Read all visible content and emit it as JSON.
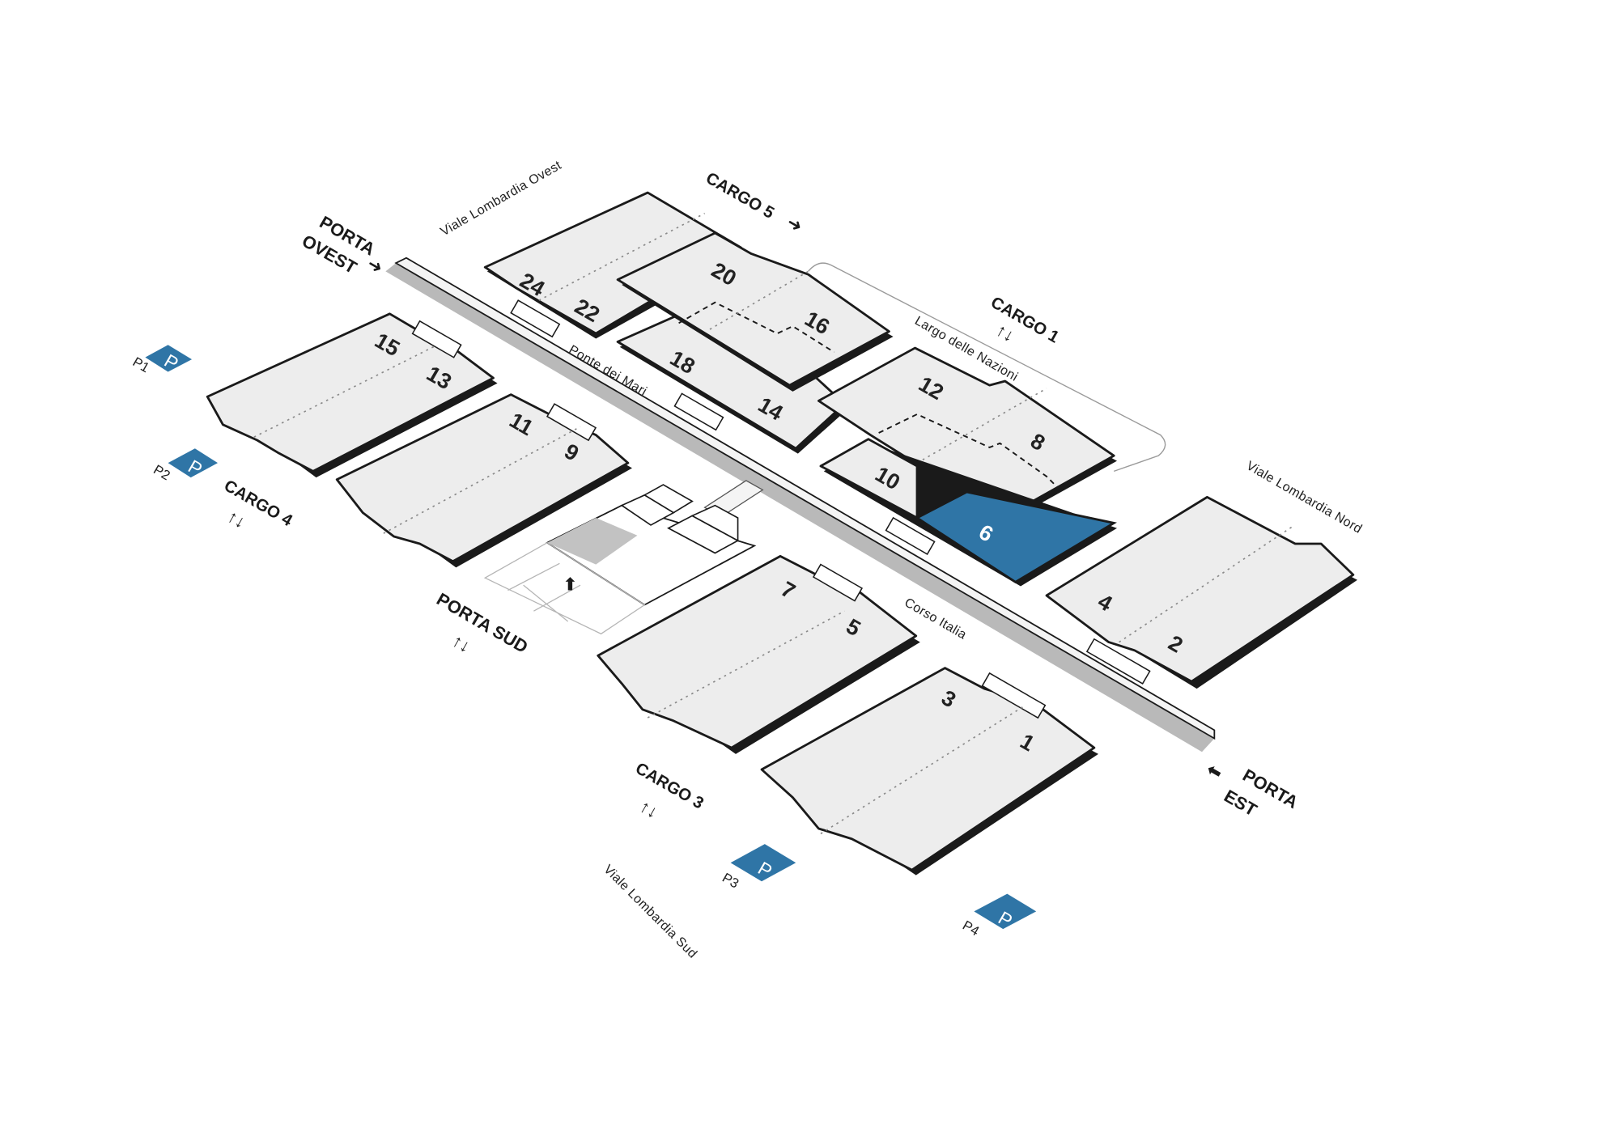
{
  "halls": [
    {
      "id": "hall-24",
      "label": "24"
    },
    {
      "id": "hall-22",
      "label": "22"
    },
    {
      "id": "hall-20",
      "label": "20"
    },
    {
      "id": "hall-16",
      "label": "16"
    },
    {
      "id": "hall-18",
      "label": "18"
    },
    {
      "id": "hall-14",
      "label": "14"
    },
    {
      "id": "hall-15",
      "label": "15"
    },
    {
      "id": "hall-13",
      "label": "13"
    },
    {
      "id": "hall-11",
      "label": "11"
    },
    {
      "id": "hall-9",
      "label": "9"
    },
    {
      "id": "hall-12",
      "label": "12"
    },
    {
      "id": "hall-8",
      "label": "8"
    },
    {
      "id": "hall-10",
      "label": "10"
    },
    {
      "id": "hall-6",
      "label": "6",
      "highlighted": true
    },
    {
      "id": "hall-7",
      "label": "7"
    },
    {
      "id": "hall-5",
      "label": "5"
    },
    {
      "id": "hall-4",
      "label": "4"
    },
    {
      "id": "hall-2",
      "label": "2"
    },
    {
      "id": "hall-3",
      "label": "3"
    },
    {
      "id": "hall-1",
      "label": "1"
    }
  ],
  "streets": {
    "lombardia_ovest": "Viale Lombardia Ovest",
    "lombardia_nord": "Viale Lombardia Nord",
    "lombardia_sud": "Viale Lombardia Sud",
    "largo_nazioni": "Largo delle Nazioni",
    "ponte_mari": "Ponte dei Mari",
    "corso_italia": "Corso Italia"
  },
  "gates": {
    "ovest_line1": "PORTA",
    "ovest_line2": "OVEST",
    "sud": "PORTA SUD",
    "est_line1": "PORTA",
    "est_line2": "EST"
  },
  "cargo": {
    "c1": "CARGO 1",
    "c3": "CARGO 3",
    "c4": "CARGO 4",
    "c5": "CARGO 5"
  },
  "parking": {
    "symbol": "P",
    "p1": "P1",
    "p2": "P2",
    "p3": "P3",
    "p4": "P4"
  },
  "glyphs": {
    "arrow_right": "➜",
    "arrow_left": "⬅",
    "arrow_up_down": "↑↓",
    "arrow_up": "⬆"
  },
  "colors": {
    "highlight": "#2f75a6",
    "parking": "#2f75a6",
    "hall_fill": "#ededed",
    "outline": "#1a1a1a",
    "avenue": "#b8b8b8"
  }
}
